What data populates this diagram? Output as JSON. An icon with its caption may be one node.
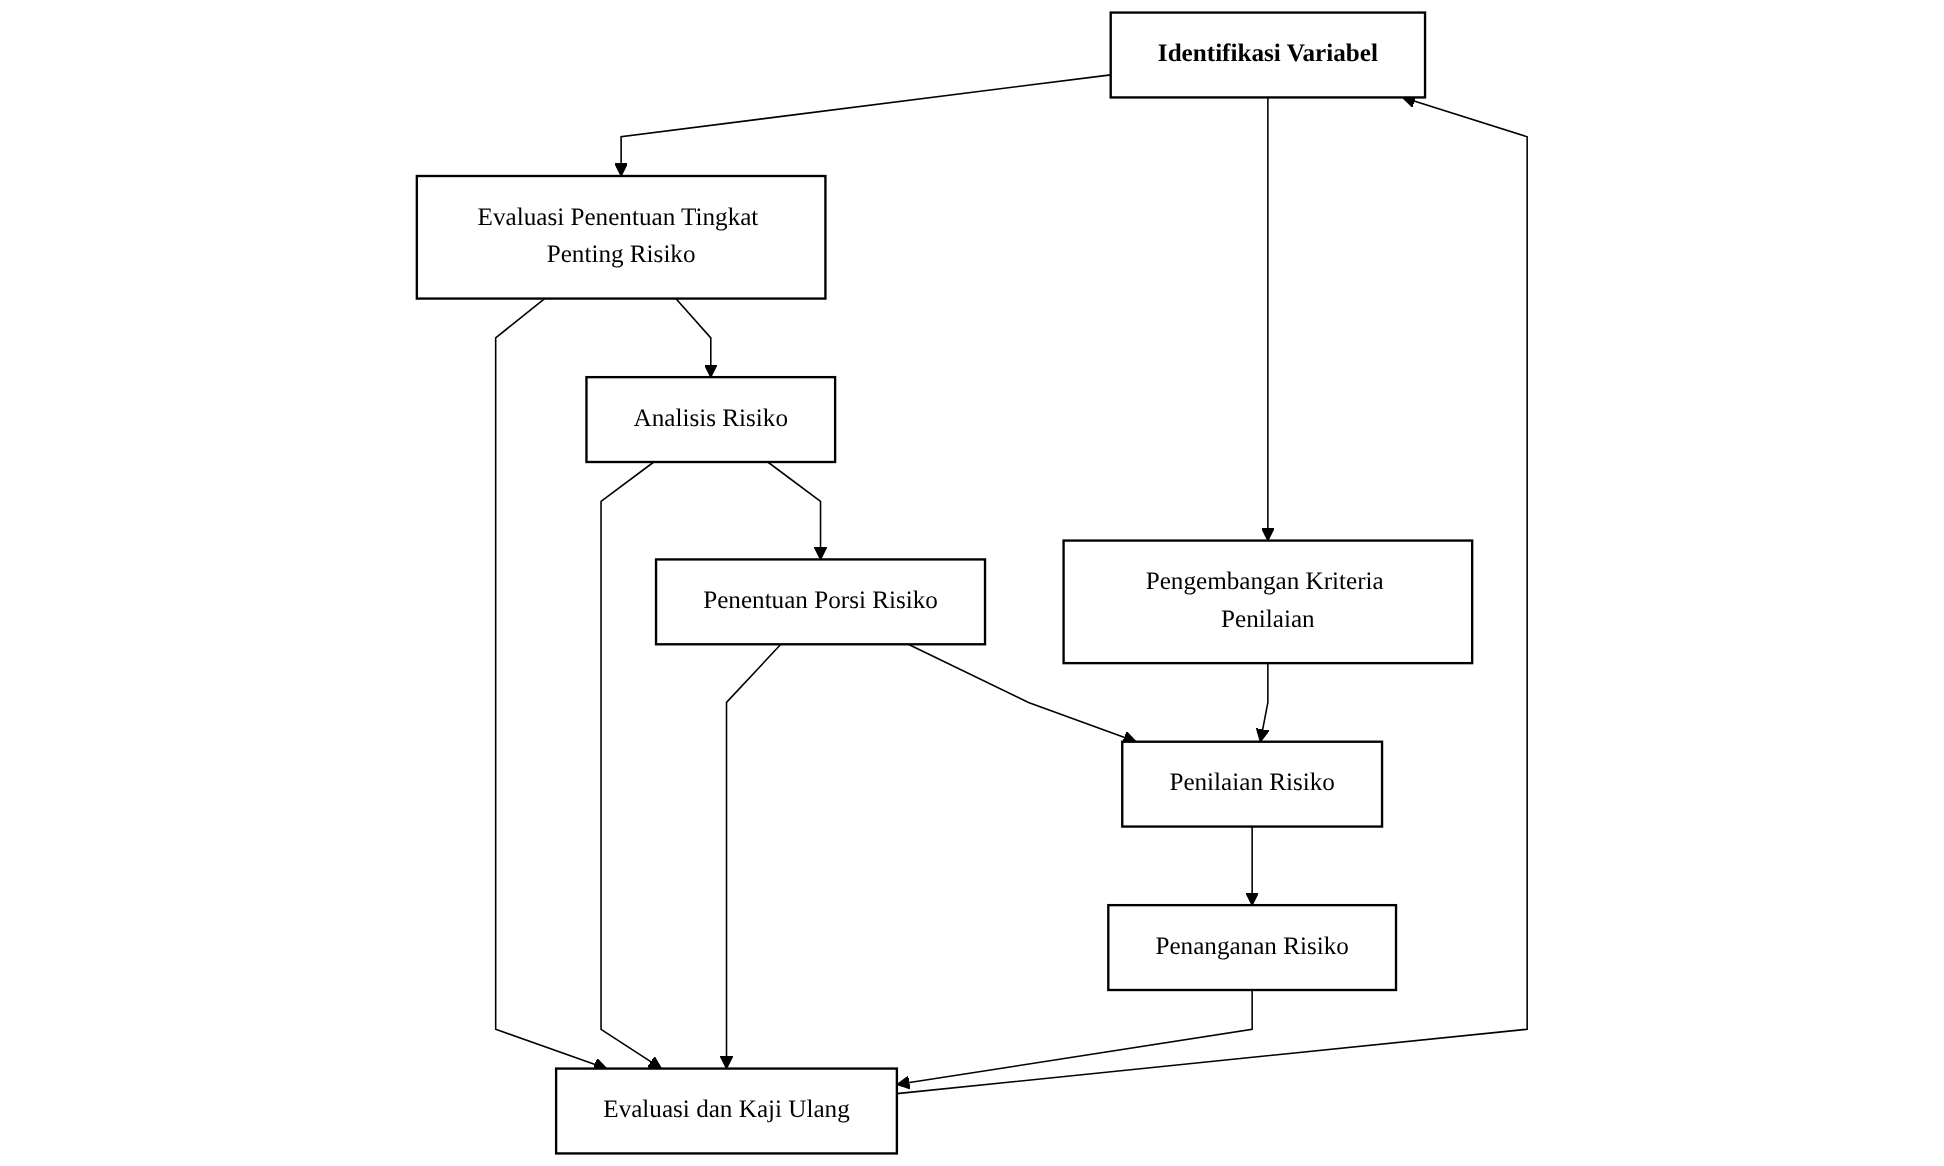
{
  "diagram": {
    "nodes": [
      {
        "text": [
          "Identifikasi Variabel"
        ]
      },
      {
        "text": [
          "Evaluasi Penentuan Tingkat Penting Risiko"
        ]
      },
      {
        "text": [
          "Pengembangan Kriteria Penilaian"
        ]
      },
      {
        "text": [
          "Analisis Risiko"
        ]
      },
      {
        "text": [
          "Evaluasi dan Kaji Ulang"
        ]
      },
      {
        "text": [
          "Penentuan Porsi Risiko"
        ]
      },
      {
        "text": [
          "Penilaian Risiko"
        ]
      },
      {
        "text": [
          "Penanganan Risiko"
        ]
      }
    ],
    "edges": [
      {
        "from": 0,
        "to": 1,
        "arrow": "to"
      },
      {
        "from": 0,
        "to": 2,
        "arrow": "to"
      },
      {
        "from": 1,
        "to": 3,
        "arrow": "to"
      },
      {
        "from": 1,
        "to": 4,
        "arrow": "to"
      },
      {
        "from": 3,
        "to": 5,
        "arrow": "to"
      },
      {
        "from": 3,
        "to": 4,
        "arrow": "to"
      },
      {
        "from": 5,
        "to": 6,
        "arrow": "to"
      },
      {
        "from": 5,
        "to": 4,
        "arrow": "to"
      },
      {
        "from": 2,
        "to": 6,
        "arrow": "to"
      },
      {
        "from": 6,
        "to": 7,
        "arrow": "to"
      },
      {
        "from": 7,
        "to": 4,
        "arrow": "to"
      },
      {
        "from": 4,
        "to": 0,
        "arrow": "to"
      }
    ]
  }
}
